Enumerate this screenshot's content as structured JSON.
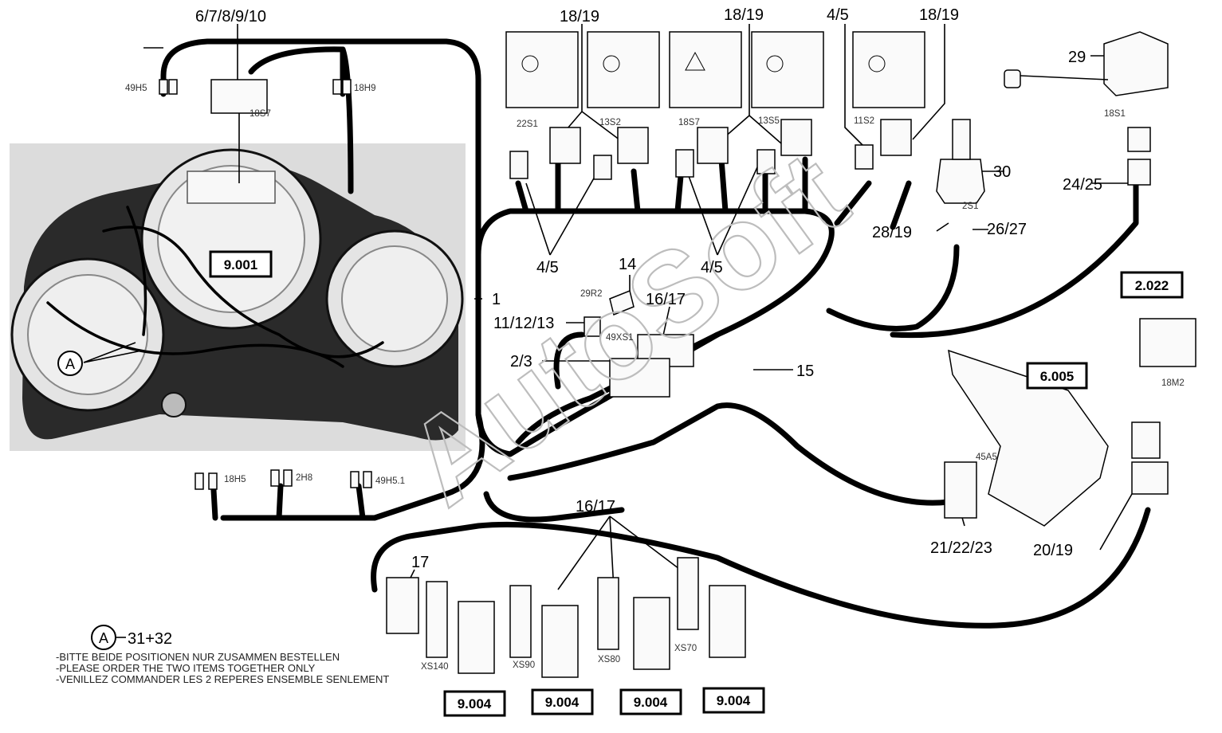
{
  "diagram": {
    "position_numbers": {
      "p_6_10": "6/7/8/9/10",
      "p_18_19_a": "18/19",
      "p_18_19_b": "18/19",
      "p_4_5_top": "4/5",
      "p_18_19_c": "18/19",
      "p_29": "29",
      "p_30": "30",
      "p_24_25": "24/25",
      "p_28_19": "28/19",
      "p_26_27": "26/27",
      "p_4_5_left": "4/5",
      "p_4_5_mid": "4/5",
      "p_14": "14",
      "p_16_17_top": "16/17",
      "p_11_13": "11/12/13",
      "p_2_3": "2/3",
      "p_1": "1",
      "p_15": "15",
      "p_16_17_bottom": "16/17",
      "p_17": "17",
      "p_21_23": "21/22/23",
      "p_20_19": "20/19",
      "a_item": "31+32"
    },
    "component_codes": {
      "c_49H5": "49H5",
      "c_18S7_top": "18S7",
      "c_18H9": "18H9",
      "c_22S1": "22S1",
      "c_13S2": "13S2",
      "c_18S7": "18S7",
      "c_13S5": "13S5",
      "c_11S2": "11S2",
      "c_18S1": "18S1",
      "c_2S1": "2S1",
      "c_29R2": "29R2",
      "c_49XS1": "49XS1",
      "c_18H5": "18H5",
      "c_2H8": "2H8",
      "c_49H5_1": "49H5.1",
      "c_45A5": "45A5",
      "c_18M2": "18M2",
      "c_XS140": "XS140",
      "c_XS90": "XS90",
      "c_XS80": "XS80",
      "c_XS70": "XS70"
    },
    "reference_boxes": {
      "r_9001": "9.001",
      "r_2022": "2.022",
      "r_6005": "6.005",
      "r_9004_a": "9.004",
      "r_9004_b": "9.004",
      "r_9004_c": "9.004",
      "r_9004_d": "9.004"
    },
    "callout_letter": "A",
    "callout_letter_legend": "A",
    "notes": {
      "line1": "-BITTE BEIDE POSITIONEN NUR ZUSAMMEN BESTELLEN",
      "line2": "-PLEASE ORDER THE TWO ITEMS TOGETHER ONLY",
      "line3": "-VENILLEZ COMMANDER LES 2 REPERES ENSEMBLE SENLEMENT"
    },
    "watermark": "AutoSoft"
  }
}
